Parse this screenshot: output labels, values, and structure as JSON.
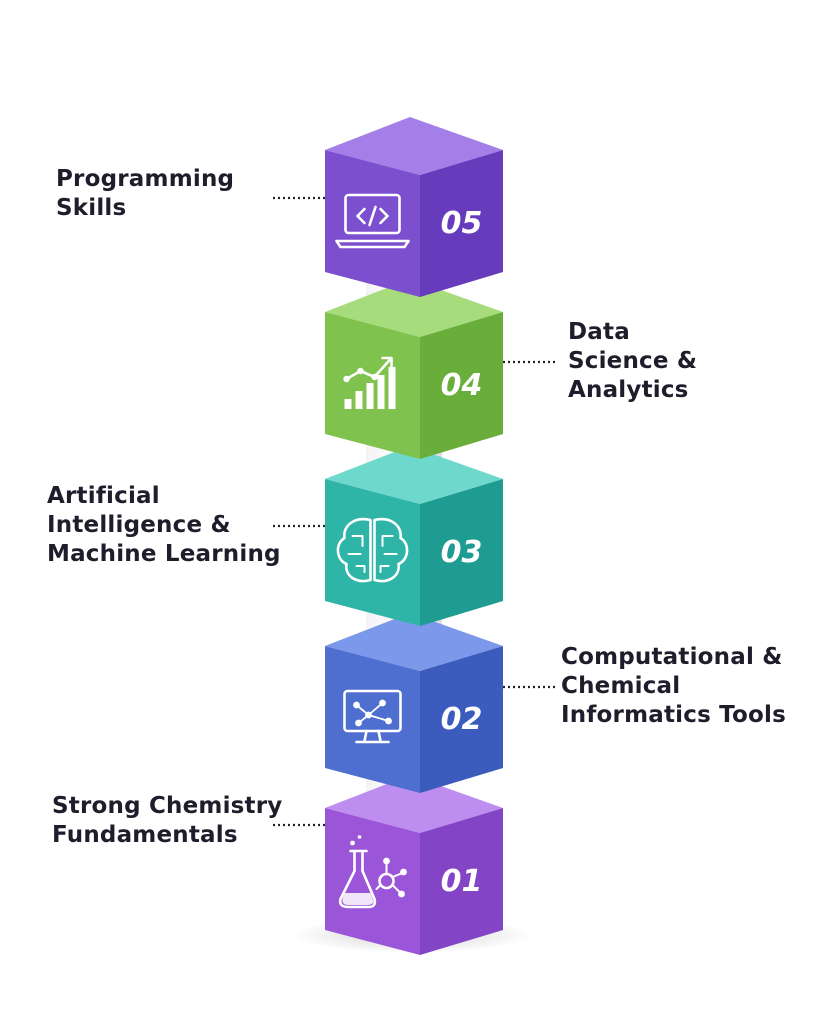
{
  "steps": [
    {
      "number": "01",
      "label_lines": [
        "Strong Chemistry",
        "Fundamentals"
      ],
      "side": "left",
      "icon": "flask-molecule-icon",
      "color_front": "#9a55d8",
      "color_side": "#8444c6",
      "color_top": "#bd8ef0"
    },
    {
      "number": "02",
      "label_lines": [
        "Computational &",
        "Chemical",
        "Informatics Tools"
      ],
      "side": "right",
      "icon": "monitor-network-icon",
      "color_front": "#4f6fd0",
      "color_side": "#3b5bbd",
      "color_top": "#7c98ea"
    },
    {
      "number": "03",
      "label_lines": [
        "Artificial",
        "Intelligence &",
        "Machine Learning"
      ],
      "side": "left",
      "icon": "brain-circuit-icon",
      "color_front": "#2fb5a8",
      "color_side": "#1f9c91",
      "color_top": "#6fd8cd"
    },
    {
      "number": "04",
      "label_lines": [
        "Data",
        "Science &",
        "Analytics"
      ],
      "side": "right",
      "icon": "bar-chart-growth-icon",
      "color_front": "#7fc24e",
      "color_side": "#69ad3a",
      "color_top": "#a6dc7b"
    },
    {
      "number": "05",
      "label_lines": [
        "Programming",
        "Skills"
      ],
      "side": "left",
      "icon": "laptop-code-icon",
      "color_front": "#7c4fcf",
      "color_side": "#673cbc",
      "color_top": "#a47fe8"
    }
  ]
}
